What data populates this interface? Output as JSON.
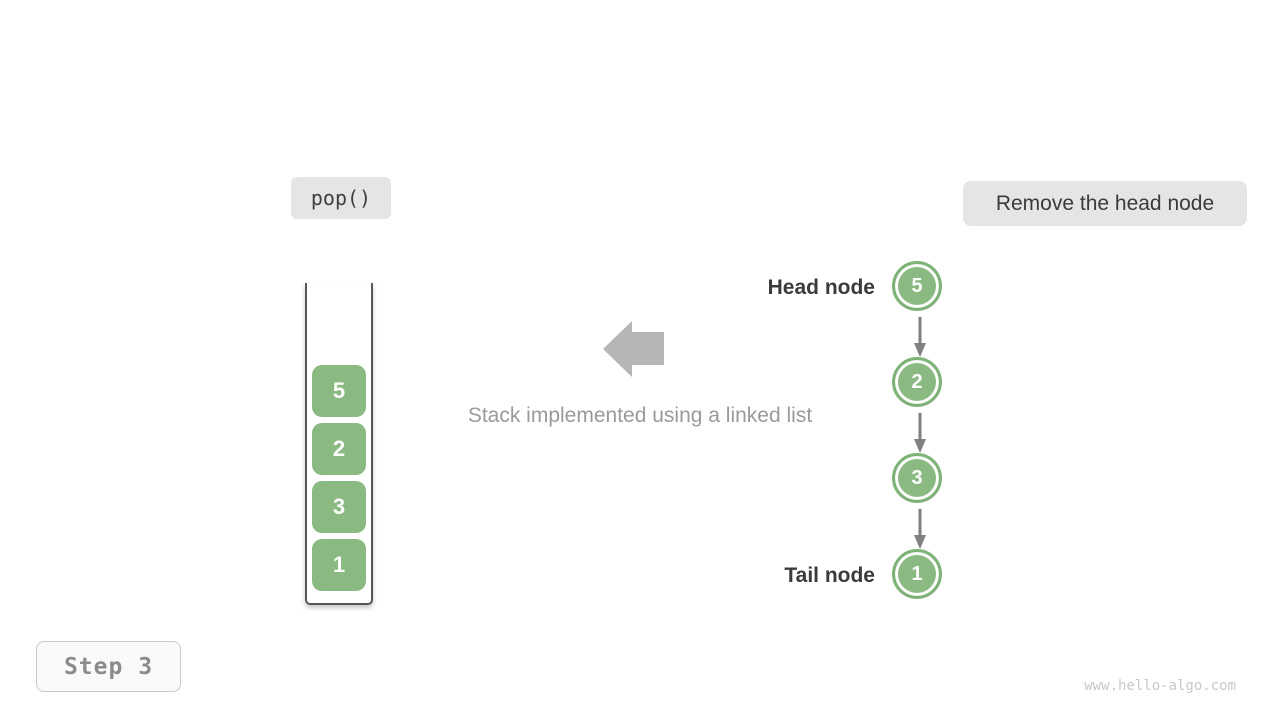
{
  "labels": {
    "operation": "pop()",
    "description": "Remove the head node",
    "caption": "Stack implemented using a linked list",
    "head": "Head node",
    "tail": "Tail node",
    "step": "Step 3",
    "watermark": "www.hello-algo.com"
  },
  "stack": {
    "items": [
      "5",
      "2",
      "3",
      "1"
    ]
  },
  "linked_list": {
    "nodes": [
      "5",
      "2",
      "3",
      "1"
    ]
  },
  "colors": {
    "node_green": "#8aba81",
    "node_ring_green": "#7eb377",
    "label_bg": "#e5e5e5",
    "text_dark": "#3b3b3b",
    "text_gray": "#9a9a9a",
    "block_arrow_gray": "#b6b6b6",
    "connector_gray": "#7f7f7f",
    "container_border": "#54585e",
    "step_text": "#8c8c8c",
    "step_border": "#c9c9c9",
    "watermark_gray": "#c8c8c8"
  }
}
